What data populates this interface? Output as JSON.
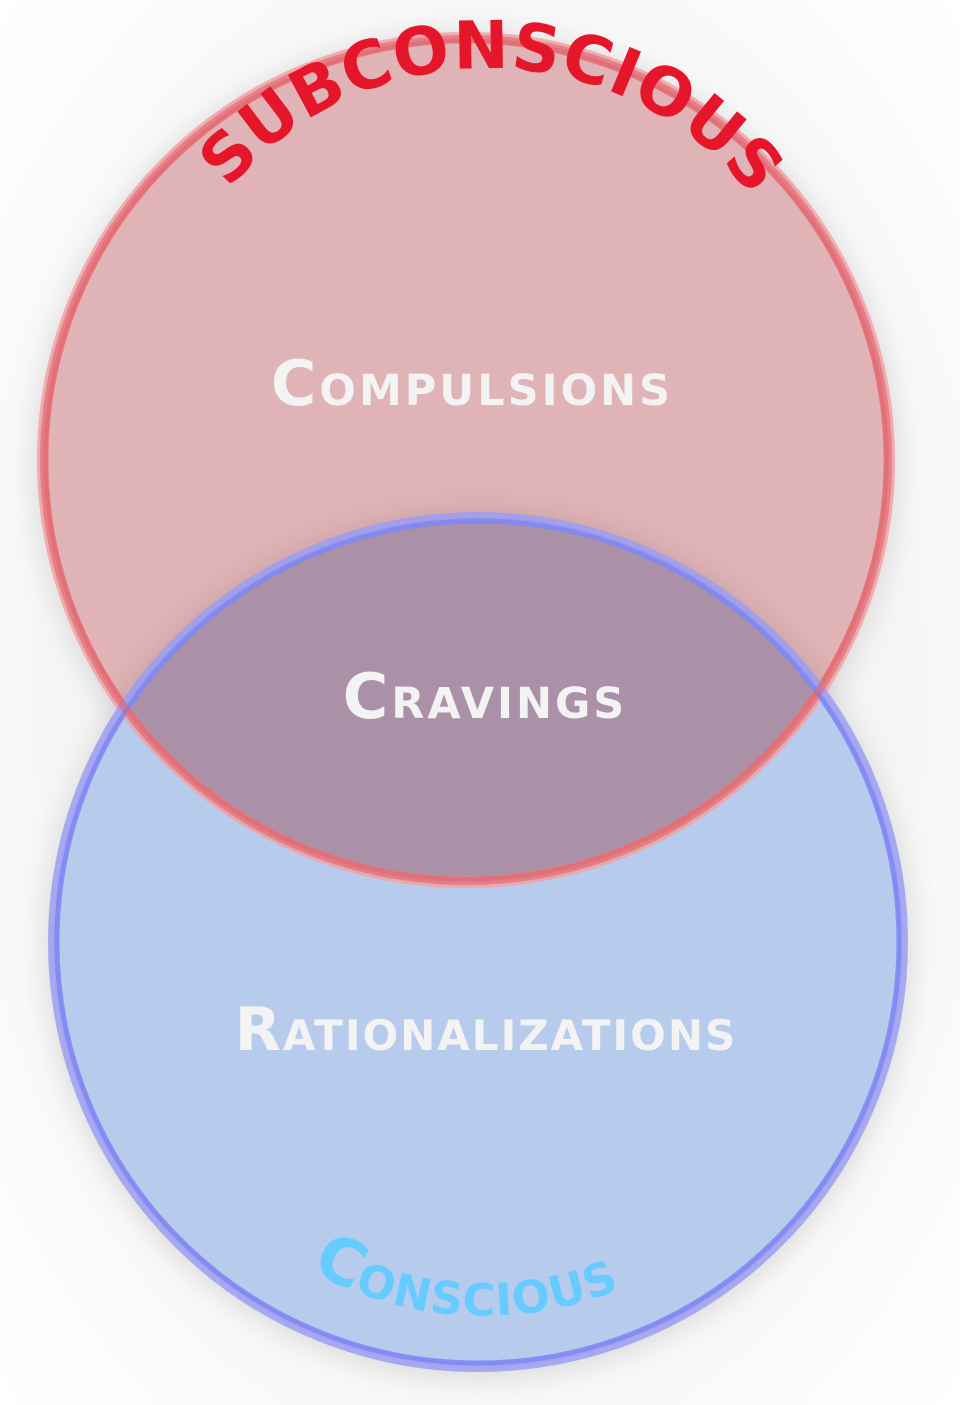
{
  "diagram": {
    "type": "venn",
    "sets": [
      {
        "id": "subconscious",
        "title": "Subconscious",
        "title_display": "SUBCONSCIOUS",
        "region_label": "Compulsions",
        "fill_color": "#e0b3b6",
        "stroke_color": "#f08080",
        "title_color": "#e5152a"
      },
      {
        "id": "conscious",
        "title": "Conscious",
        "title_display": "Conscious",
        "region_label": "Rationalizations",
        "fill_color": "#b7cbec",
        "stroke_color": "#8088f5",
        "title_color": "#66ccff"
      }
    ],
    "intersection": {
      "label": "Cravings",
      "fill_color": "#ab91a8"
    },
    "text_color": "#f3f3f3"
  }
}
